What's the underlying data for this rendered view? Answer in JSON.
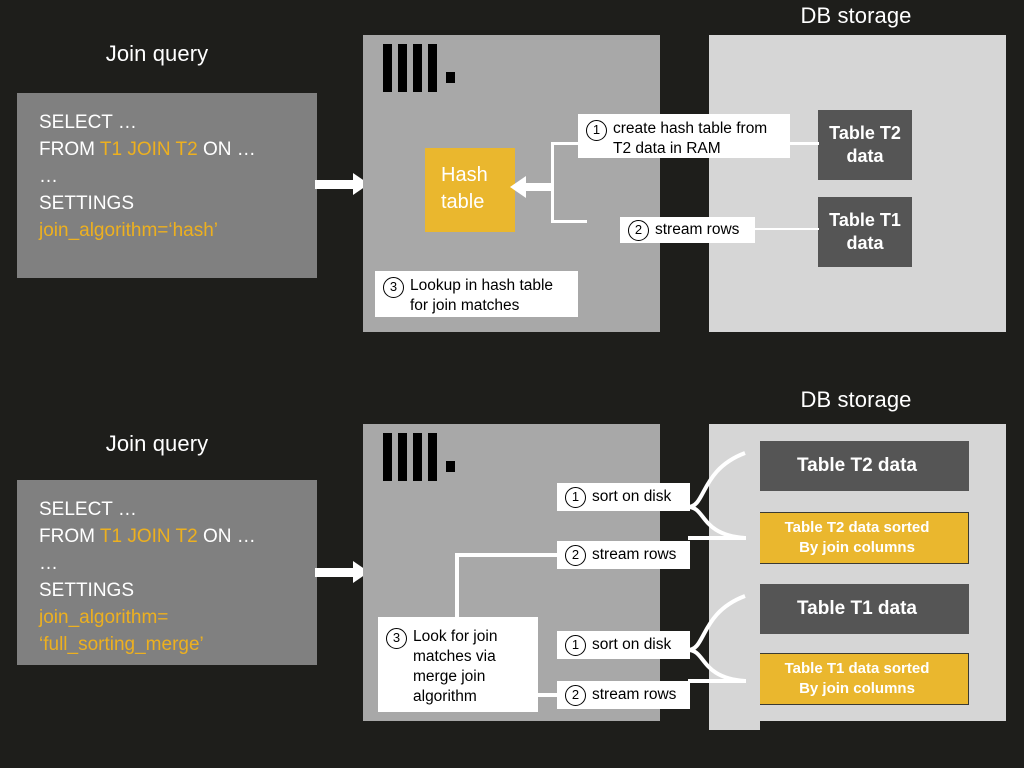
{
  "meta": {
    "background_color": "#1e1e1b",
    "accent_yellow": "#eab72e",
    "server_gray": "#a8a8a8",
    "storage_gray": "#d6d6d6",
    "query_gray": "#808080",
    "table_dark": "#555555",
    "text_white": "#ffffff"
  },
  "sections": [
    {
      "id": "hash-join",
      "query_title": "Join query",
      "storage_title": "DB storage",
      "query": {
        "line1": "SELECT …",
        "line2_prefix": "FROM ",
        "line2_highlight": "T1 JOIN T2",
        "line2_suffix": " ON …",
        "line3": "…",
        "line4": "SETTINGS",
        "line5": "join_algorithm=‘hash’"
      },
      "hash_table_label_line1": "Hash",
      "hash_table_label_line2": "table",
      "callouts": [
        {
          "num": "1",
          "text_line1": "create hash table from",
          "text_line2": "T2 data in RAM"
        },
        {
          "num": "2",
          "text_line1": "stream rows",
          "text_line2": ""
        },
        {
          "num": "3",
          "text_line1": "Lookup in hash table",
          "text_line2": "for join matches"
        }
      ],
      "tables": [
        {
          "line1": "Table T2",
          "line2": "data",
          "sorted": false
        },
        {
          "line1": "Table T1",
          "line2": "data",
          "sorted": false
        }
      ]
    },
    {
      "id": "full-sorting-merge-join",
      "query_title": "Join query",
      "storage_title": "DB storage",
      "query": {
        "line1": "SELECT …",
        "line2_prefix": "FROM ",
        "line2_highlight": "T1 JOIN T2",
        "line2_suffix": " ON …",
        "line3": "…",
        "line4": "SETTINGS",
        "line5": "join_algorithm=",
        "line6": "‘full_sorting_merge’"
      },
      "callouts": [
        {
          "num": "1",
          "text_line1": "sort on disk",
          "text_line2": ""
        },
        {
          "num": "2",
          "text_line1": "stream rows",
          "text_line2": ""
        },
        {
          "num": "3",
          "text_line1": "Look for join",
          "text_line2": "matches via",
          "text_line3": "merge join",
          "text_line4": "algorithm"
        },
        {
          "num": "1",
          "text_line1": "sort on disk",
          "text_line2": ""
        },
        {
          "num": "2",
          "text_line1": "stream rows",
          "text_line2": ""
        }
      ],
      "tables": [
        {
          "line1": "Table T2 data",
          "line2": "",
          "sorted": false
        },
        {
          "line1": "Table T2 data sorted",
          "line2": "By join columns",
          "sorted": true
        },
        {
          "line1": "Table T1 data",
          "line2": "",
          "sorted": false
        },
        {
          "line1": "Table T1 data sorted",
          "line2": "By join columns",
          "sorted": true
        }
      ]
    }
  ],
  "icons": {
    "clickhouse_logo": "clickhouse-logo-icon"
  }
}
